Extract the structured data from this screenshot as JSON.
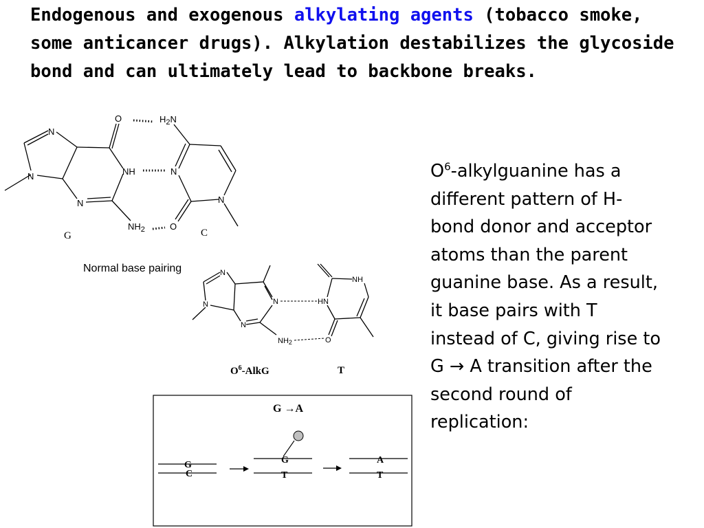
{
  "title": {
    "part1": "Endogenous and exogenous ",
    "highlight": "alkylating agents",
    "part2": " (tobacco smoke, some anticancer drugs).  Alkylation destabilizes the glycoside bond and can ultimately lead to backbone breaks.",
    "highlight_color": "#1010ee"
  },
  "side_text": {
    "o_prefix": "O",
    "o_sup": "6",
    "body": "-alkylguanine has a different pattern of H-bond donor and acceptor atoms than the parent guanine base. As a result, it base pairs with T instead of C, giving rise to G → A transition after the second round of replication:"
  },
  "normal_pair": {
    "atoms": {
      "n7": "N",
      "n9": "N",
      "n3": "N",
      "o6": "O",
      "n1h": "NH",
      "nh2": "NH",
      "nh2_sub": "2",
      "h2n_h": "H",
      "h2n_sub": "2",
      "h2n_n": "N",
      "c_n3": "N",
      "c_n1": "N",
      "c_o2": "O"
    },
    "label_g": "G",
    "label_c": "C",
    "caption": "Normal base pairing"
  },
  "alk_pair": {
    "atoms": {
      "n7": "N",
      "n9": "N",
      "n3": "N",
      "n1": "N",
      "nh2": "NH",
      "nh2_sub": "2",
      "t_hn": "HN",
      "t_nh": "NH",
      "t_o": "O"
    },
    "label_alkg_o": "O",
    "label_alkg_sup": "6",
    "label_alkg_rest": "-AlkG",
    "label_t": "T"
  },
  "transition_box": {
    "title_g": "G",
    "title_arrow": "→",
    "title_a": "A",
    "step1": {
      "top": "G",
      "bottom": "C"
    },
    "step2": {
      "top": "G",
      "bottom": "T"
    },
    "step3": {
      "top": "A",
      "bottom": "T"
    },
    "adduct_color": "#c0c0c0"
  }
}
